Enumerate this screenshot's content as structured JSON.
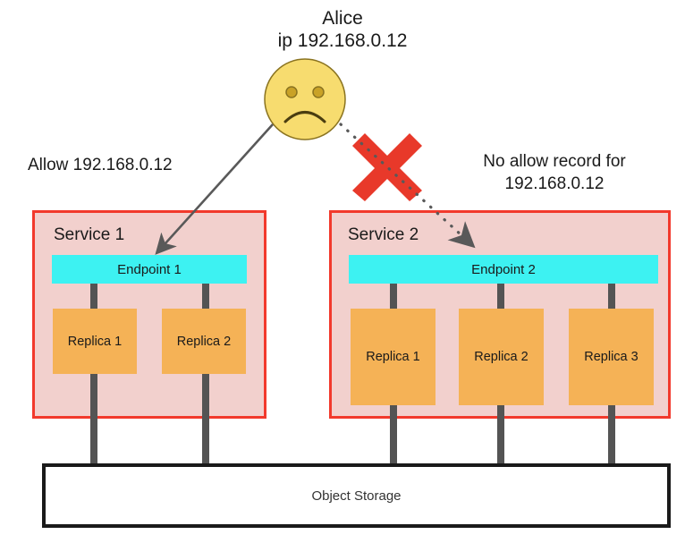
{
  "diagram": {
    "title_hidden": "",
    "actor": {
      "name": "Alice",
      "ip_line": "ip 192.168.0.12",
      "face_icon": "sad-face-icon",
      "face_fill": "#f7dc6f",
      "face_stroke": "#8a7320"
    },
    "policies": {
      "allowed": "Allow 192.168.0.12",
      "denied_line1": "No allow record for",
      "denied_line2": "192.168.0.12"
    },
    "block_marker": {
      "icon": "red-x-icon",
      "color": "#e8392a"
    },
    "arrows": {
      "allowed_style": "solid",
      "denied_style": "dotted",
      "color": "#595959"
    },
    "services": [
      {
        "id": "service-1",
        "title": "Service 1",
        "border_color": "#f2392c",
        "fill_color": "#f2d0cd",
        "endpoint": {
          "label": "Endpoint 1",
          "color": "#3df2f2"
        },
        "replicas": [
          {
            "label": "Replica 1"
          },
          {
            "label": "Replica 2"
          }
        ]
      },
      {
        "id": "service-2",
        "title": "Service 2",
        "border_color": "#f2392c",
        "fill_color": "#f2d0cd",
        "endpoint": {
          "label": "Endpoint 2",
          "color": "#3df2f2"
        },
        "replicas": [
          {
            "label": "Replica 1"
          },
          {
            "label": "Replica 2"
          },
          {
            "label": "Replica 3"
          }
        ]
      }
    ],
    "storage": {
      "label": "Object Storage",
      "border_color": "#1a1a1a"
    },
    "replica_fill": "#f5b256",
    "pipe_color": "#545454"
  }
}
